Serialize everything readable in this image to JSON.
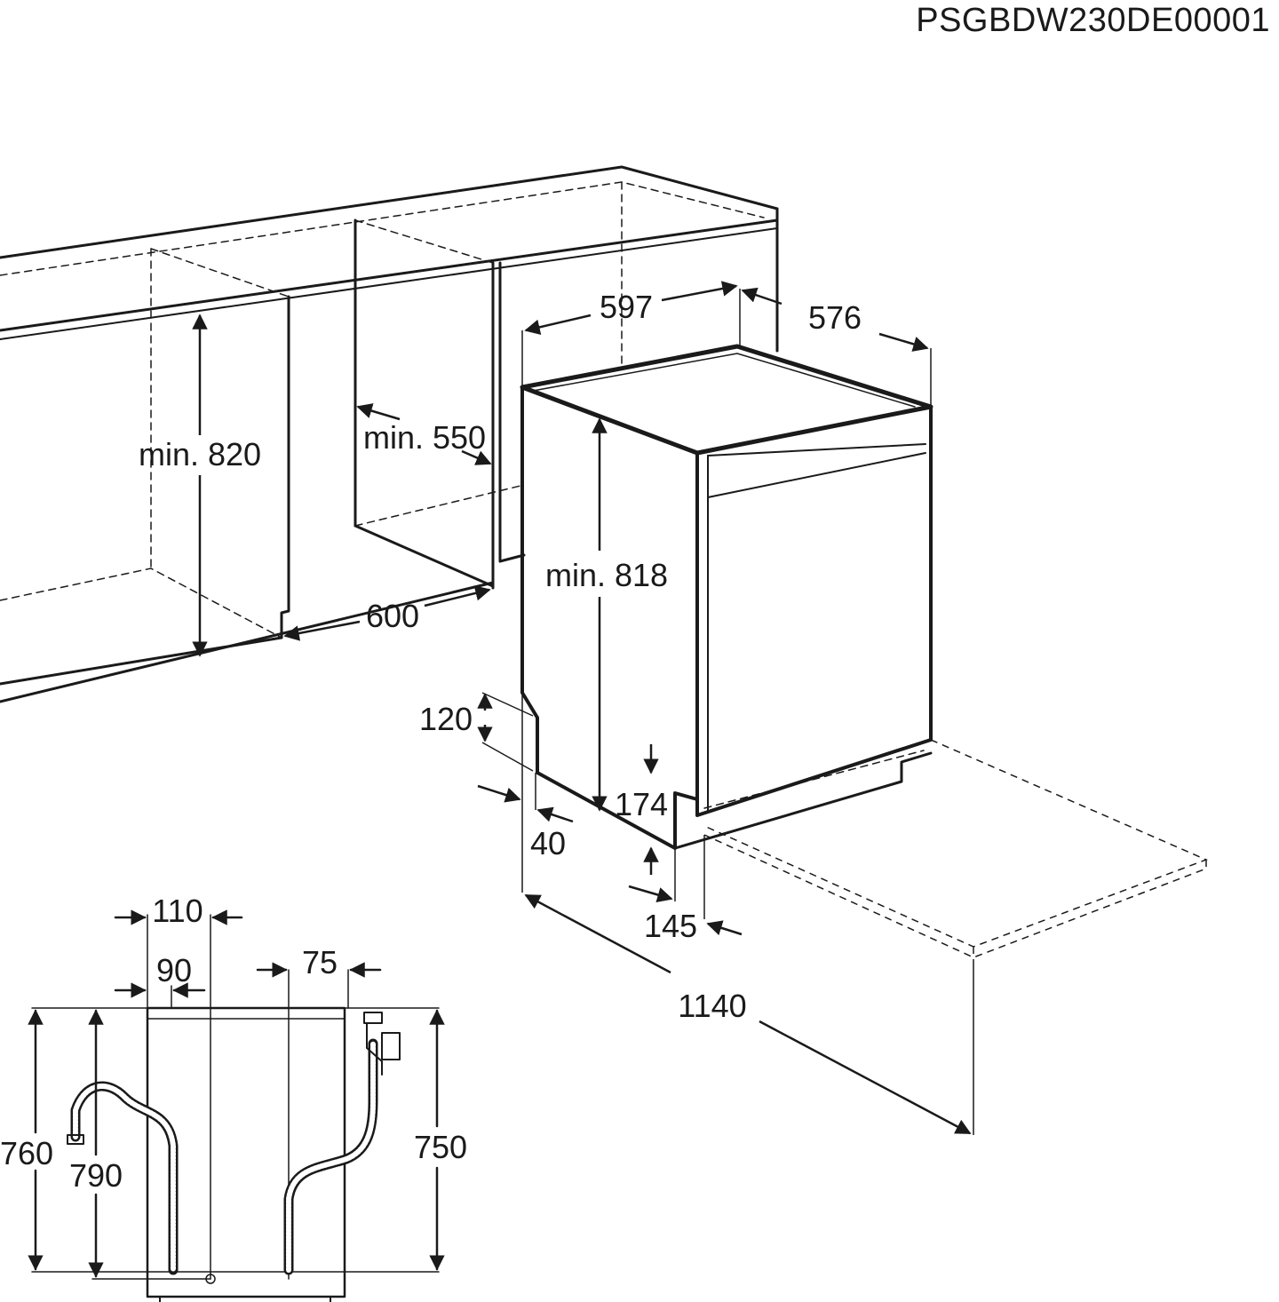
{
  "diagram": {
    "code": "PSGBDW230DE00001",
    "dimensions": {
      "width": "597",
      "depth": "576",
      "cabinet_height": "min. 820",
      "niche_depth": "min. 550",
      "niche_width": "600",
      "appliance_height": "min. 818",
      "plinth_height": "120",
      "plinth_recess": "40",
      "foot_adjust": "174",
      "door_offset": "145",
      "door_open_depth": "1140",
      "hose_110": "110",
      "hose_90": "90",
      "hose_75": "75",
      "hose_760": "760",
      "hose_790": "790",
      "hose_750": "750"
    }
  }
}
